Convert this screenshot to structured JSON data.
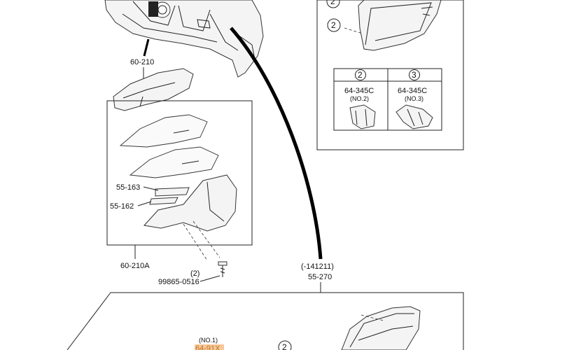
{
  "labels": {
    "p60_210": "60-210",
    "p60_210a": "60-210A",
    "p55_163": "55-163",
    "p55_162": "55-162",
    "qty2": "(2)",
    "p99865": "99865-0516",
    "p141211": "(-141211)",
    "p55_270": "55-270",
    "no1": "(NO.1)",
    "p64_91x": "64-91X"
  },
  "clip_table": {
    "col2": {
      "num": "2",
      "part": "64-345C",
      "note": "(NO.2)"
    },
    "col3": {
      "num": "3",
      "part": "64-345C",
      "note": "(NO.3)"
    }
  },
  "callouts": {
    "top_a": "2",
    "top_b": "2",
    "bottom": "2"
  },
  "colors": {
    "line": "#222222",
    "highlight": "#f6c89a",
    "highlight_text": "#c0731f"
  }
}
